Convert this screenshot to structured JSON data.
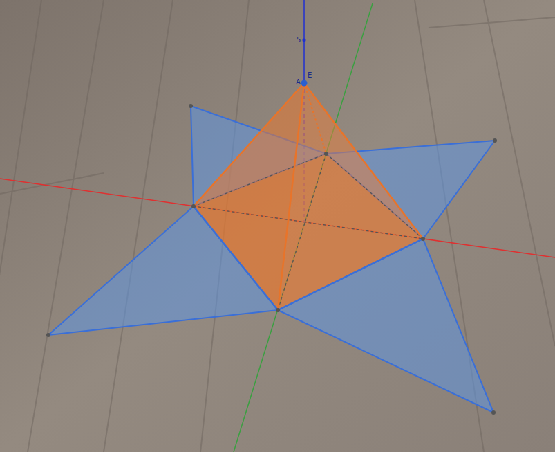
{
  "diagram": {
    "labels": [
      "E",
      "A",
      "5"
    ]
  }
}
